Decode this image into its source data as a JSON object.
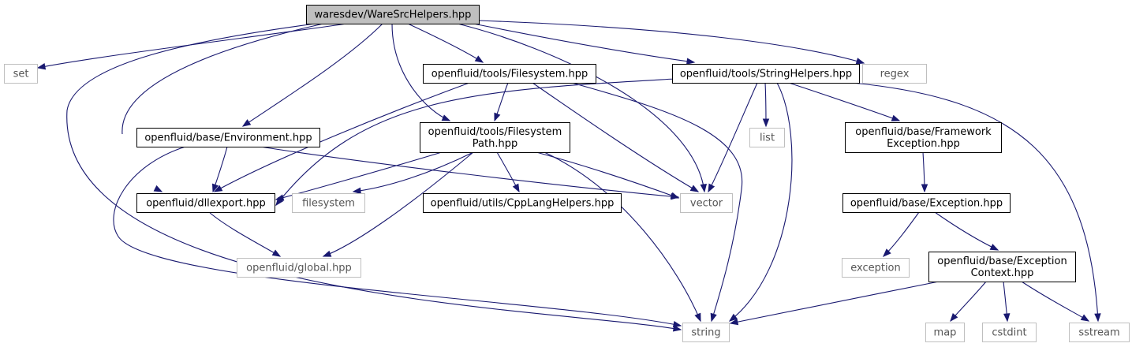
{
  "graph": {
    "edge_color": "#191970",
    "root_fill": "#bfbfbf",
    "external_border": "#bfbfbf",
    "nodes": [
      {
        "id": "root",
        "lines": [
          "waresdev/WareSrcHelpers.hpp"
        ],
        "kind": "root"
      },
      {
        "id": "set",
        "lines": [
          "set"
        ],
        "kind": "external"
      },
      {
        "id": "environment",
        "lines": [
          "openfluid/base/Environment.hpp"
        ],
        "kind": "header"
      },
      {
        "id": "dllexport",
        "lines": [
          "openfluid/dllexport.hpp"
        ],
        "kind": "header"
      },
      {
        "id": "global",
        "lines": [
          "openfluid/global.hpp"
        ],
        "kind": "external"
      },
      {
        "id": "string",
        "lines": [
          "string"
        ],
        "kind": "external"
      },
      {
        "id": "vector",
        "lines": [
          "vector"
        ],
        "kind": "external"
      },
      {
        "id": "filesystem_tools",
        "lines": [
          "openfluid/tools/Filesystem.hpp"
        ],
        "kind": "header"
      },
      {
        "id": "filesystem_path",
        "lines": [
          "openfluid/tools/Filesystem",
          "Path.hpp"
        ],
        "kind": "header"
      },
      {
        "id": "filesystem_std",
        "lines": [
          "filesystem"
        ],
        "kind": "external"
      },
      {
        "id": "cpplang",
        "lines": [
          "openfluid/utils/CppLangHelpers.hpp"
        ],
        "kind": "header"
      },
      {
        "id": "stringhelpers",
        "lines": [
          "openfluid/tools/StringHelpers.hpp"
        ],
        "kind": "header"
      },
      {
        "id": "list",
        "lines": [
          "list"
        ],
        "kind": "external"
      },
      {
        "id": "framework_exc",
        "lines": [
          "openfluid/base/Framework",
          "Exception.hpp"
        ],
        "kind": "header"
      },
      {
        "id": "exception_hpp",
        "lines": [
          "openfluid/base/Exception.hpp"
        ],
        "kind": "header"
      },
      {
        "id": "exception_std",
        "lines": [
          "exception"
        ],
        "kind": "external"
      },
      {
        "id": "exc_context",
        "lines": [
          "openfluid/base/Exception",
          "Context.hpp"
        ],
        "kind": "header"
      },
      {
        "id": "map",
        "lines": [
          "map"
        ],
        "kind": "external"
      },
      {
        "id": "cstdint",
        "lines": [
          "cstdint"
        ],
        "kind": "external"
      },
      {
        "id": "sstream",
        "lines": [
          "sstream"
        ],
        "kind": "external"
      },
      {
        "id": "regex",
        "lines": [
          "regex"
        ],
        "kind": "external"
      }
    ],
    "edges": [
      {
        "from": "root",
        "to": "set"
      },
      {
        "from": "root",
        "to": "string"
      },
      {
        "from": "root",
        "to": "dllexport"
      },
      {
        "from": "root",
        "to": "environment"
      },
      {
        "from": "root",
        "to": "filesystem_path"
      },
      {
        "from": "root",
        "to": "filesystem_tools"
      },
      {
        "from": "root",
        "to": "vector"
      },
      {
        "from": "root",
        "to": "stringhelpers"
      },
      {
        "from": "root",
        "to": "regex"
      },
      {
        "from": "environment",
        "to": "dllexport"
      },
      {
        "from": "environment",
        "to": "string"
      },
      {
        "from": "environment",
        "to": "vector"
      },
      {
        "from": "dllexport",
        "to": "global"
      },
      {
        "from": "filesystem_tools",
        "to": "dllexport"
      },
      {
        "from": "filesystem_tools",
        "to": "filesystem_path"
      },
      {
        "from": "filesystem_tools",
        "to": "vector"
      },
      {
        "from": "filesystem_tools",
        "to": "string"
      },
      {
        "from": "filesystem_path",
        "to": "dllexport"
      },
      {
        "from": "filesystem_path",
        "to": "filesystem_std"
      },
      {
        "from": "filesystem_path",
        "to": "global"
      },
      {
        "from": "filesystem_path",
        "to": "cpplang"
      },
      {
        "from": "filesystem_path",
        "to": "vector"
      },
      {
        "from": "filesystem_path",
        "to": "string"
      },
      {
        "from": "stringhelpers",
        "to": "dllexport"
      },
      {
        "from": "stringhelpers",
        "to": "list"
      },
      {
        "from": "stringhelpers",
        "to": "vector"
      },
      {
        "from": "stringhelpers",
        "to": "string"
      },
      {
        "from": "stringhelpers",
        "to": "framework_exc"
      },
      {
        "from": "stringhelpers",
        "to": "sstream"
      },
      {
        "from": "framework_exc",
        "to": "exception_hpp"
      },
      {
        "from": "exception_hpp",
        "to": "exception_std"
      },
      {
        "from": "exception_hpp",
        "to": "exc_context"
      },
      {
        "from": "exc_context",
        "to": "string"
      },
      {
        "from": "exc_context",
        "to": "map"
      },
      {
        "from": "exc_context",
        "to": "cstdint"
      },
      {
        "from": "exc_context",
        "to": "sstream"
      }
    ]
  }
}
